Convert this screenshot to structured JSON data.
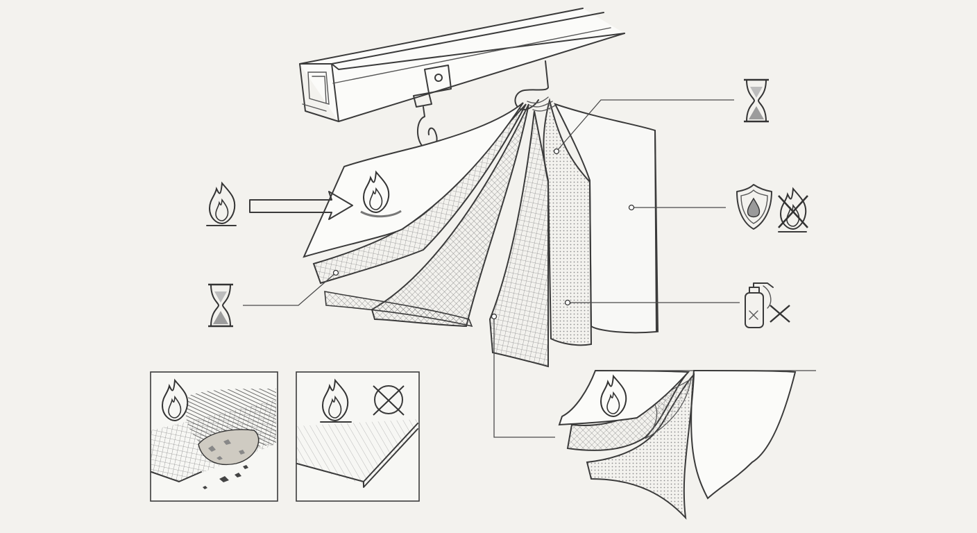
{
  "figure": {
    "colors": {
      "background": "#f3f2ee",
      "ink": "#3a3a3a",
      "char": "#222222"
    },
    "icons": {
      "left_top": "flame-icon",
      "left_bottom": "hourglass-icon",
      "right_top": "hourglass-icon",
      "right_middle": [
        "shield-droplet-icon",
        "no-flame-icon"
      ],
      "right_bottom": [
        "fire-extinguisher-icon",
        "cross-icon"
      ],
      "inset_left": "flame-icon",
      "inset_middle": [
        "flame-icon",
        "crossed-circle-icon"
      ],
      "detail": "flame-icon"
    },
    "components": [
      "ceiling-rail",
      "curtain-hook",
      "fire-curtain-layers",
      "charred-fabric-inset",
      "intact-fabric-inset",
      "layer-detail-view"
    ]
  }
}
